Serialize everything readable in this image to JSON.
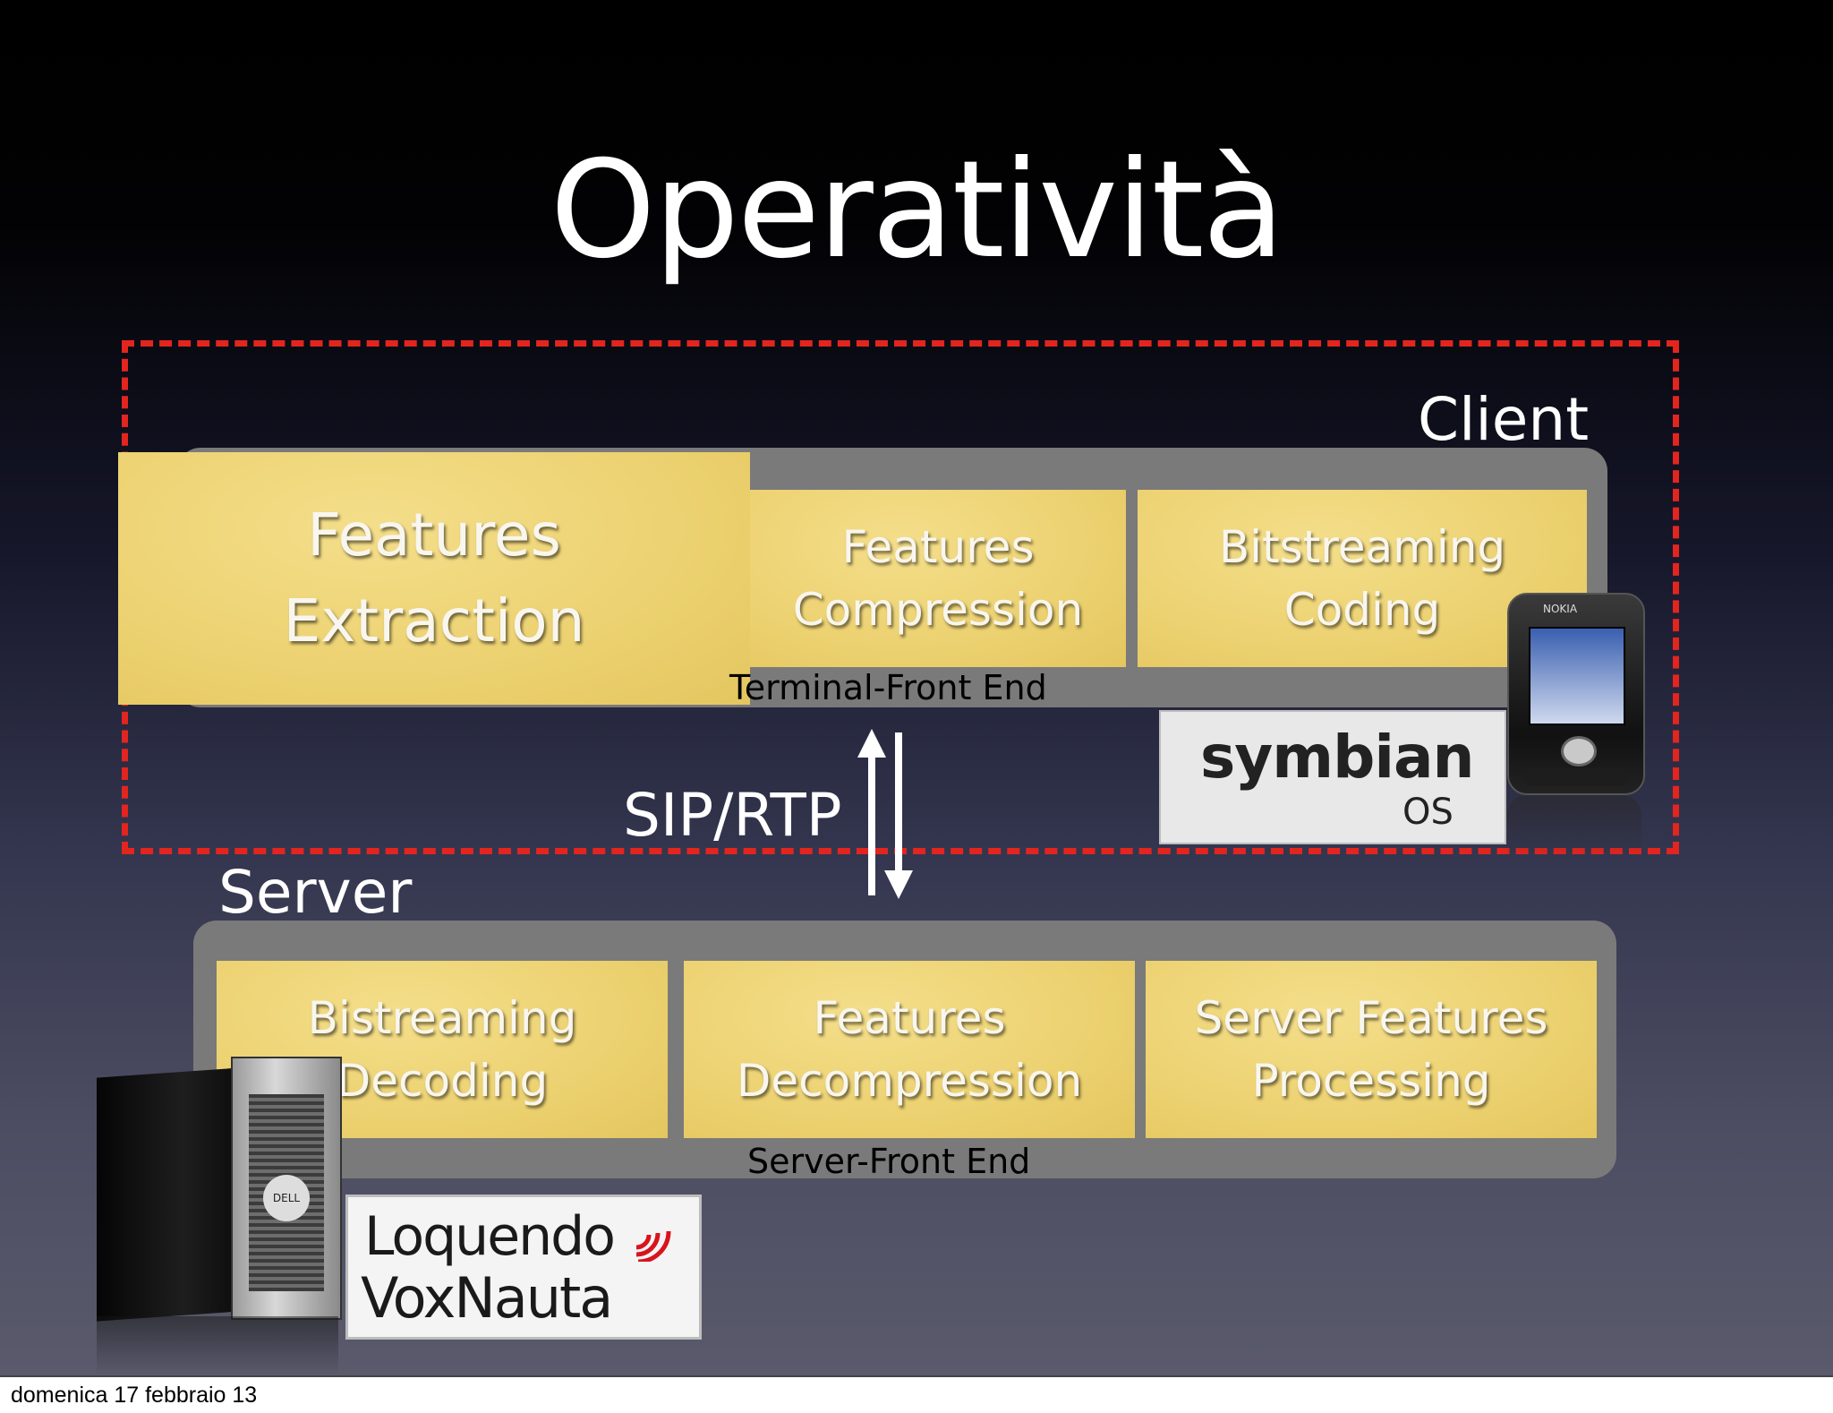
{
  "slide": {
    "title": "Operatività",
    "client_label": "Client",
    "server_label": "Server",
    "protocol_label": "SIP/RTP",
    "client_panel": {
      "boxes": [
        {
          "line1": "Features",
          "line2": "Extraction"
        },
        {
          "line1": "Features",
          "line2": "Compression"
        },
        {
          "line1": "Bitstreaming",
          "line2": "Coding"
        }
      ],
      "caption": "Terminal-Front End"
    },
    "server_panel": {
      "boxes": [
        {
          "line1": "Bistreaming",
          "line2": "Decoding"
        },
        {
          "line1": "Features",
          "line2": "Decompression"
        },
        {
          "line1": "Server Features",
          "line2": "Processing"
        }
      ],
      "caption": "Server-Front End"
    },
    "logos": {
      "symbian": "symbian",
      "symbian_os": "OS",
      "loquendo": "Loquendo",
      "voxnauta": "VoxNauta",
      "phone_brand": "NOKIA",
      "server_brand": "DELL"
    },
    "colors": {
      "dashed_border": "#e3251f",
      "yellow_box": "#ecd170",
      "panel_gray": "#7a7a7a"
    }
  },
  "footer": {
    "date": "domenica 17 febbraio 13"
  }
}
